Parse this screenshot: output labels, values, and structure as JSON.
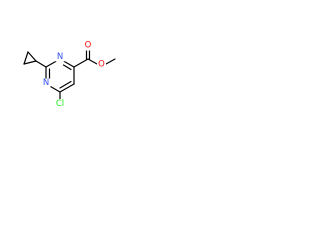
{
  "molecule": {
    "atoms": {
      "n1": {
        "symbol": "N",
        "color": "#3050f8"
      },
      "n3": {
        "symbol": "N",
        "color": "#3050f8"
      },
      "o_carbonyl": {
        "symbol": "O",
        "color": "#ff0d0d"
      },
      "o_ester": {
        "symbol": "O",
        "color": "#ff0d0d"
      },
      "cl": {
        "symbol": "Cl",
        "color": "#1ff01f"
      }
    },
    "bond_color": "#000000"
  }
}
